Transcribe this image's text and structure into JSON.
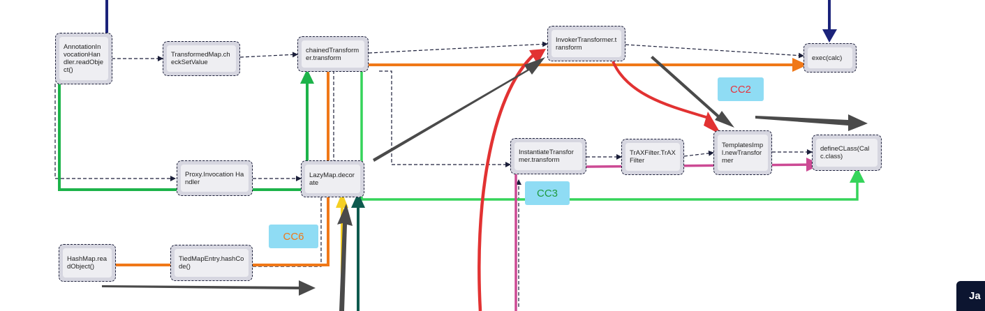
{
  "nodes": {
    "annotation_handler": "AnnotationInvocationHandler.readObject()",
    "transformed_map": "TransformedMap.checkSetValue",
    "chained_transformer": "chainedTransformer.transform",
    "invoker_transformer": "InvokerTransformer.transform",
    "exec": "exec(calc)",
    "proxy_handler": "Proxy.Invocation Handler",
    "lazymap": "LazyMap.decorate",
    "instantiate_transformer": "InstantiateTransformer.transform",
    "traxfilter": "TrAXFilter.TrAXFilter",
    "templates_impl": "TemplatesImpl.newTransformer",
    "define_class": "defineCLass(Calc.class)",
    "hashmap": "HashMap.readObject()",
    "tiedmapentry": "TiedMapEntry.hashCode()"
  },
  "labels": {
    "cc2": "CC2",
    "cc3": "CC3",
    "cc6": "CC6"
  },
  "corner_button": "Ja",
  "colors": {
    "orange": "#f07818",
    "green_dark": "#1db34a",
    "green_light": "#35d45a",
    "red": "#e23232",
    "pink": "#cc4a94",
    "yellow": "#f5cf23",
    "teal": "#0e5a4e",
    "navy": "#1b237a",
    "gray": "#4a4a4a",
    "cc_bg": "#8fdcf4",
    "cc2_text": "#e5343f",
    "cc3_text": "#1f9a3e",
    "cc6_text": "#f07818"
  }
}
